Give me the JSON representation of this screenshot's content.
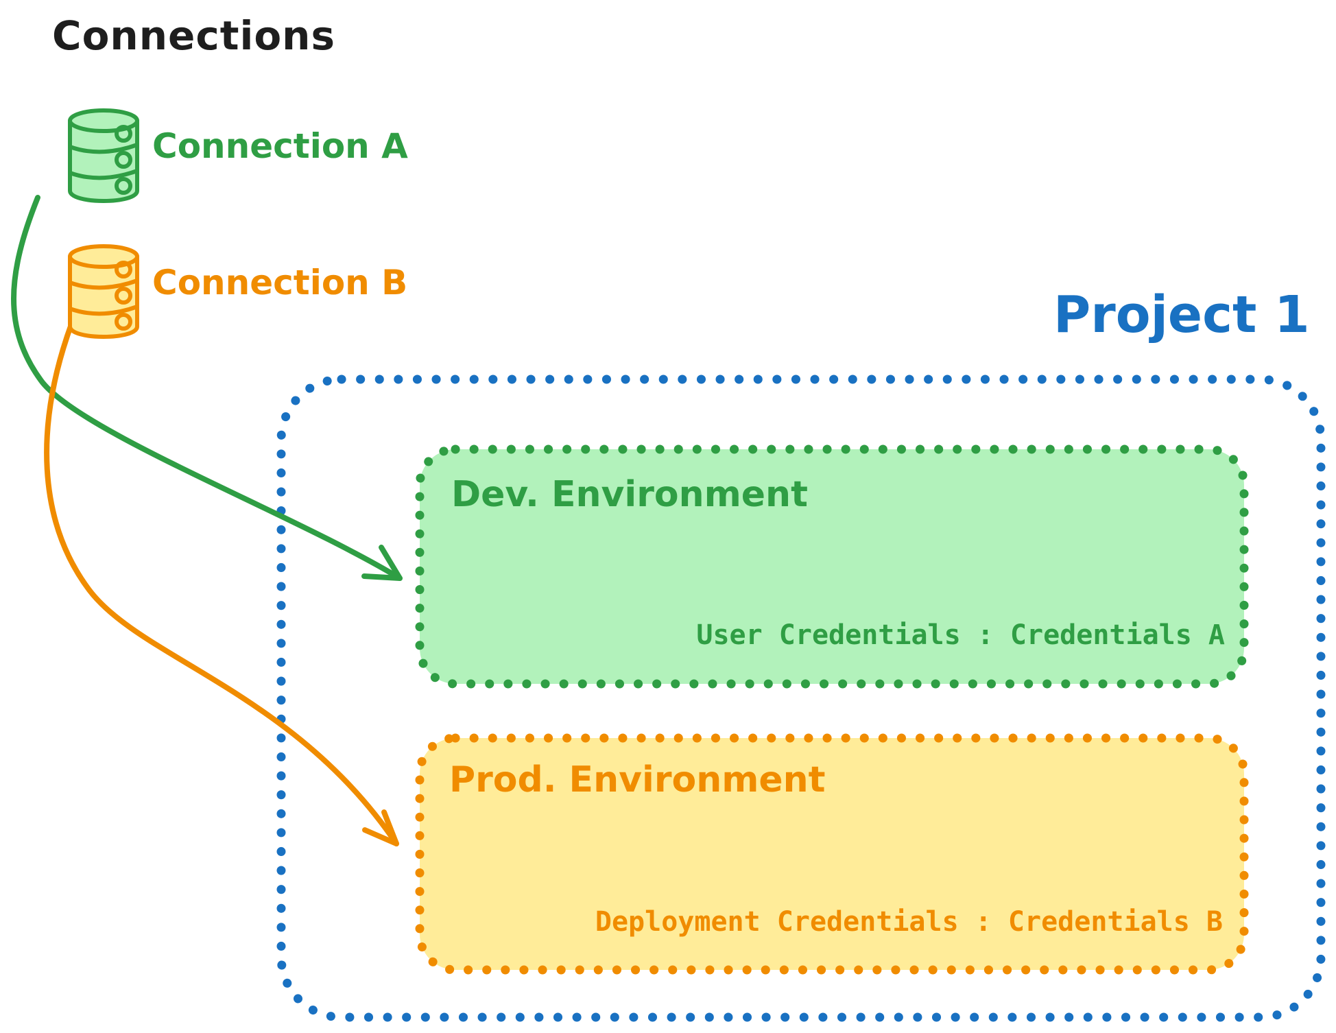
{
  "diagram": {
    "title": "Connections",
    "background": "#ffffff"
  },
  "colors": {
    "text_black": "#1e1e1e",
    "green_stroke": "#2f9e44",
    "green_fill": "#b2f2bb",
    "orange_stroke": "#f08c00",
    "orange_fill": "#ffec99",
    "blue_stroke": "#1971c2"
  },
  "connections": [
    {
      "label": "Connection A",
      "icon": "database-cylinder-icon",
      "color": "#2f9e44"
    },
    {
      "label": "Connection B",
      "icon": "database-cylinder-icon",
      "color": "#f08c00"
    }
  ],
  "project": {
    "title": "Project 1",
    "border_color": "#1971c2",
    "environments": [
      {
        "name": "Dev. Environment",
        "credential_label": "User Credentials : Credentials A",
        "color": "#2f9e44",
        "fill": "#b2f2bb",
        "linked_connection": "Connection A"
      },
      {
        "name": "Prod. Environment",
        "credential_label": "Deployment Credentials : Credentials B",
        "color": "#f08c00",
        "fill": "#ffec99",
        "linked_connection": "Connection B"
      }
    ]
  },
  "arrows": [
    {
      "from": "Connection A",
      "to": "Dev. Environment",
      "color": "#2f9e44"
    },
    {
      "from": "Connection B",
      "to": "Prod. Environment",
      "color": "#f08c00"
    }
  ]
}
